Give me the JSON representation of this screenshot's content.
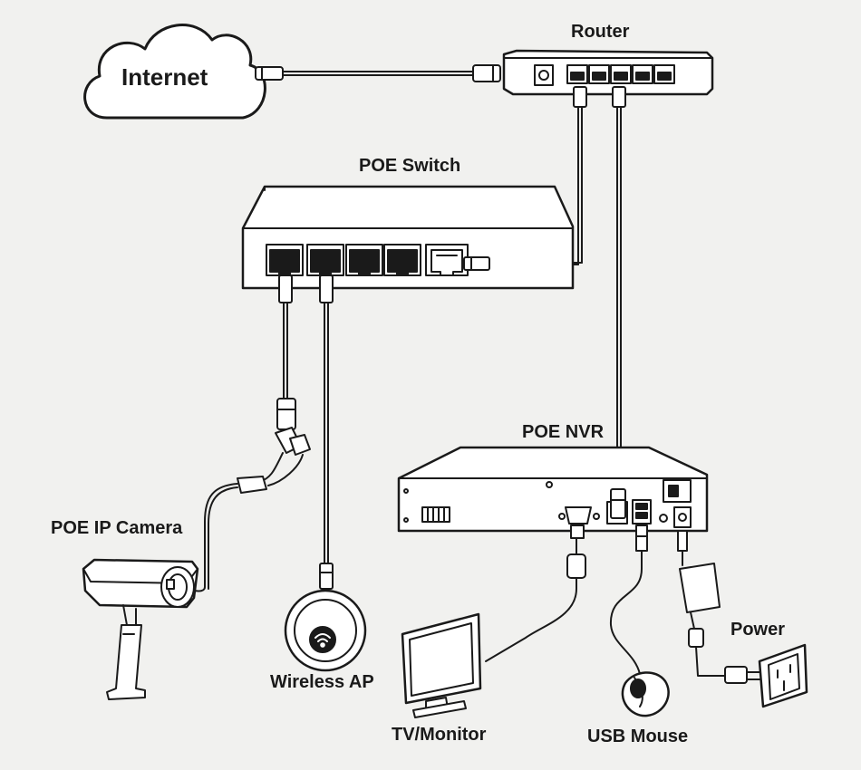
{
  "labels": {
    "internet": "Internet",
    "router": "Router",
    "poe_switch": "POE Switch",
    "poe_nvr": "POE NVR",
    "poe_ip_camera": "POE IP Camera",
    "wireless_ap": "Wireless AP",
    "tv_monitor": "TV/Monitor",
    "usb_mouse": "USB Mouse",
    "power": "Power"
  },
  "colors": {
    "background": "#f1f1ef",
    "stroke": "#1a1a1a",
    "device_fill": "#ffffff"
  }
}
